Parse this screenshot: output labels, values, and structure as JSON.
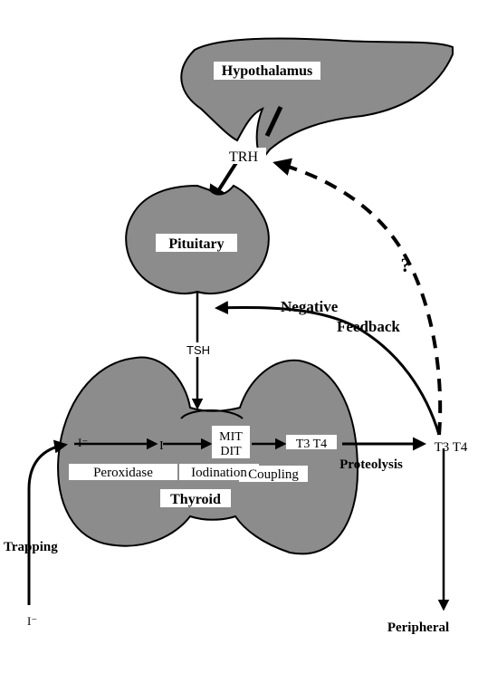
{
  "labels": {
    "hypothalamus": "Hypothalamus",
    "trh": "TRH",
    "pituitary": "Pituitary",
    "tsh": "TSH",
    "negative": "Negative",
    "feedback": "Feedback",
    "question": "?",
    "iodide_top": "I⁻",
    "iodine": "I",
    "mit": "MIT",
    "dit": "DIT",
    "t3t4_inner": "T3 T4",
    "t3t4_outer": "T3 T4",
    "peroxidase": "Peroxidase",
    "iodination": "Iodination",
    "coupling": "Coupling",
    "proteolysis": "Proteolysis",
    "thyroid": "Thyroid",
    "trapping": "Trapping",
    "iodide_bottom": "I⁻",
    "peripheral": "Peripheral"
  },
  "colors": {
    "organ_fill": "#8c8c8c",
    "stroke": "#000000",
    "label_bg": "#ffffff"
  }
}
